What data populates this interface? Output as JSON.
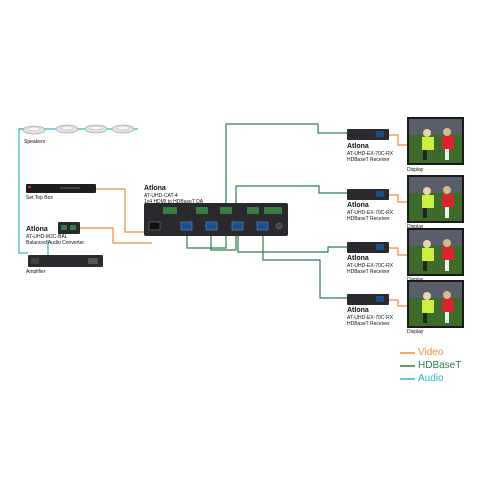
{
  "colors": {
    "video": "#f28c38",
    "hdbaset": "#2e7d4f",
    "audio": "#30b6cf"
  },
  "speakers": {
    "label": "Speakers",
    "count": 4
  },
  "set_top_box": {
    "label": "Set Top Box"
  },
  "converter": {
    "brand": "Atlona",
    "model": "AT-UHD-M2C-BAL",
    "desc": "Balanced Audio Converter"
  },
  "amplifier": {
    "label": "Amplifier"
  },
  "distribution_amp": {
    "brand": "Atlona",
    "model": "AT-UHD-CAT-4",
    "desc": "1x4 HDMI to HDBaseT DA"
  },
  "receivers": [
    {
      "brand": "Atlona",
      "model": "AT-UHD-EX-70C-RX",
      "desc": "HDBaseT Receiver",
      "display": "Display"
    },
    {
      "brand": "Atlona",
      "model": "AT-UHD-EX-70C-RX",
      "desc": "HDBaseT Receiver",
      "display": "Display"
    },
    {
      "brand": "Atlona",
      "model": "AT-UHD-EX-70C-RX",
      "desc": "HDBaseT Receiver",
      "display": "Display"
    },
    {
      "brand": "Atlona",
      "model": "AT-UHD-EX-70C-RX",
      "desc": "HDBaseT Receiver",
      "display": "Display"
    }
  ],
  "legend": {
    "video": "Video",
    "hdbaset": "HDBaseT",
    "audio": "Audio"
  }
}
